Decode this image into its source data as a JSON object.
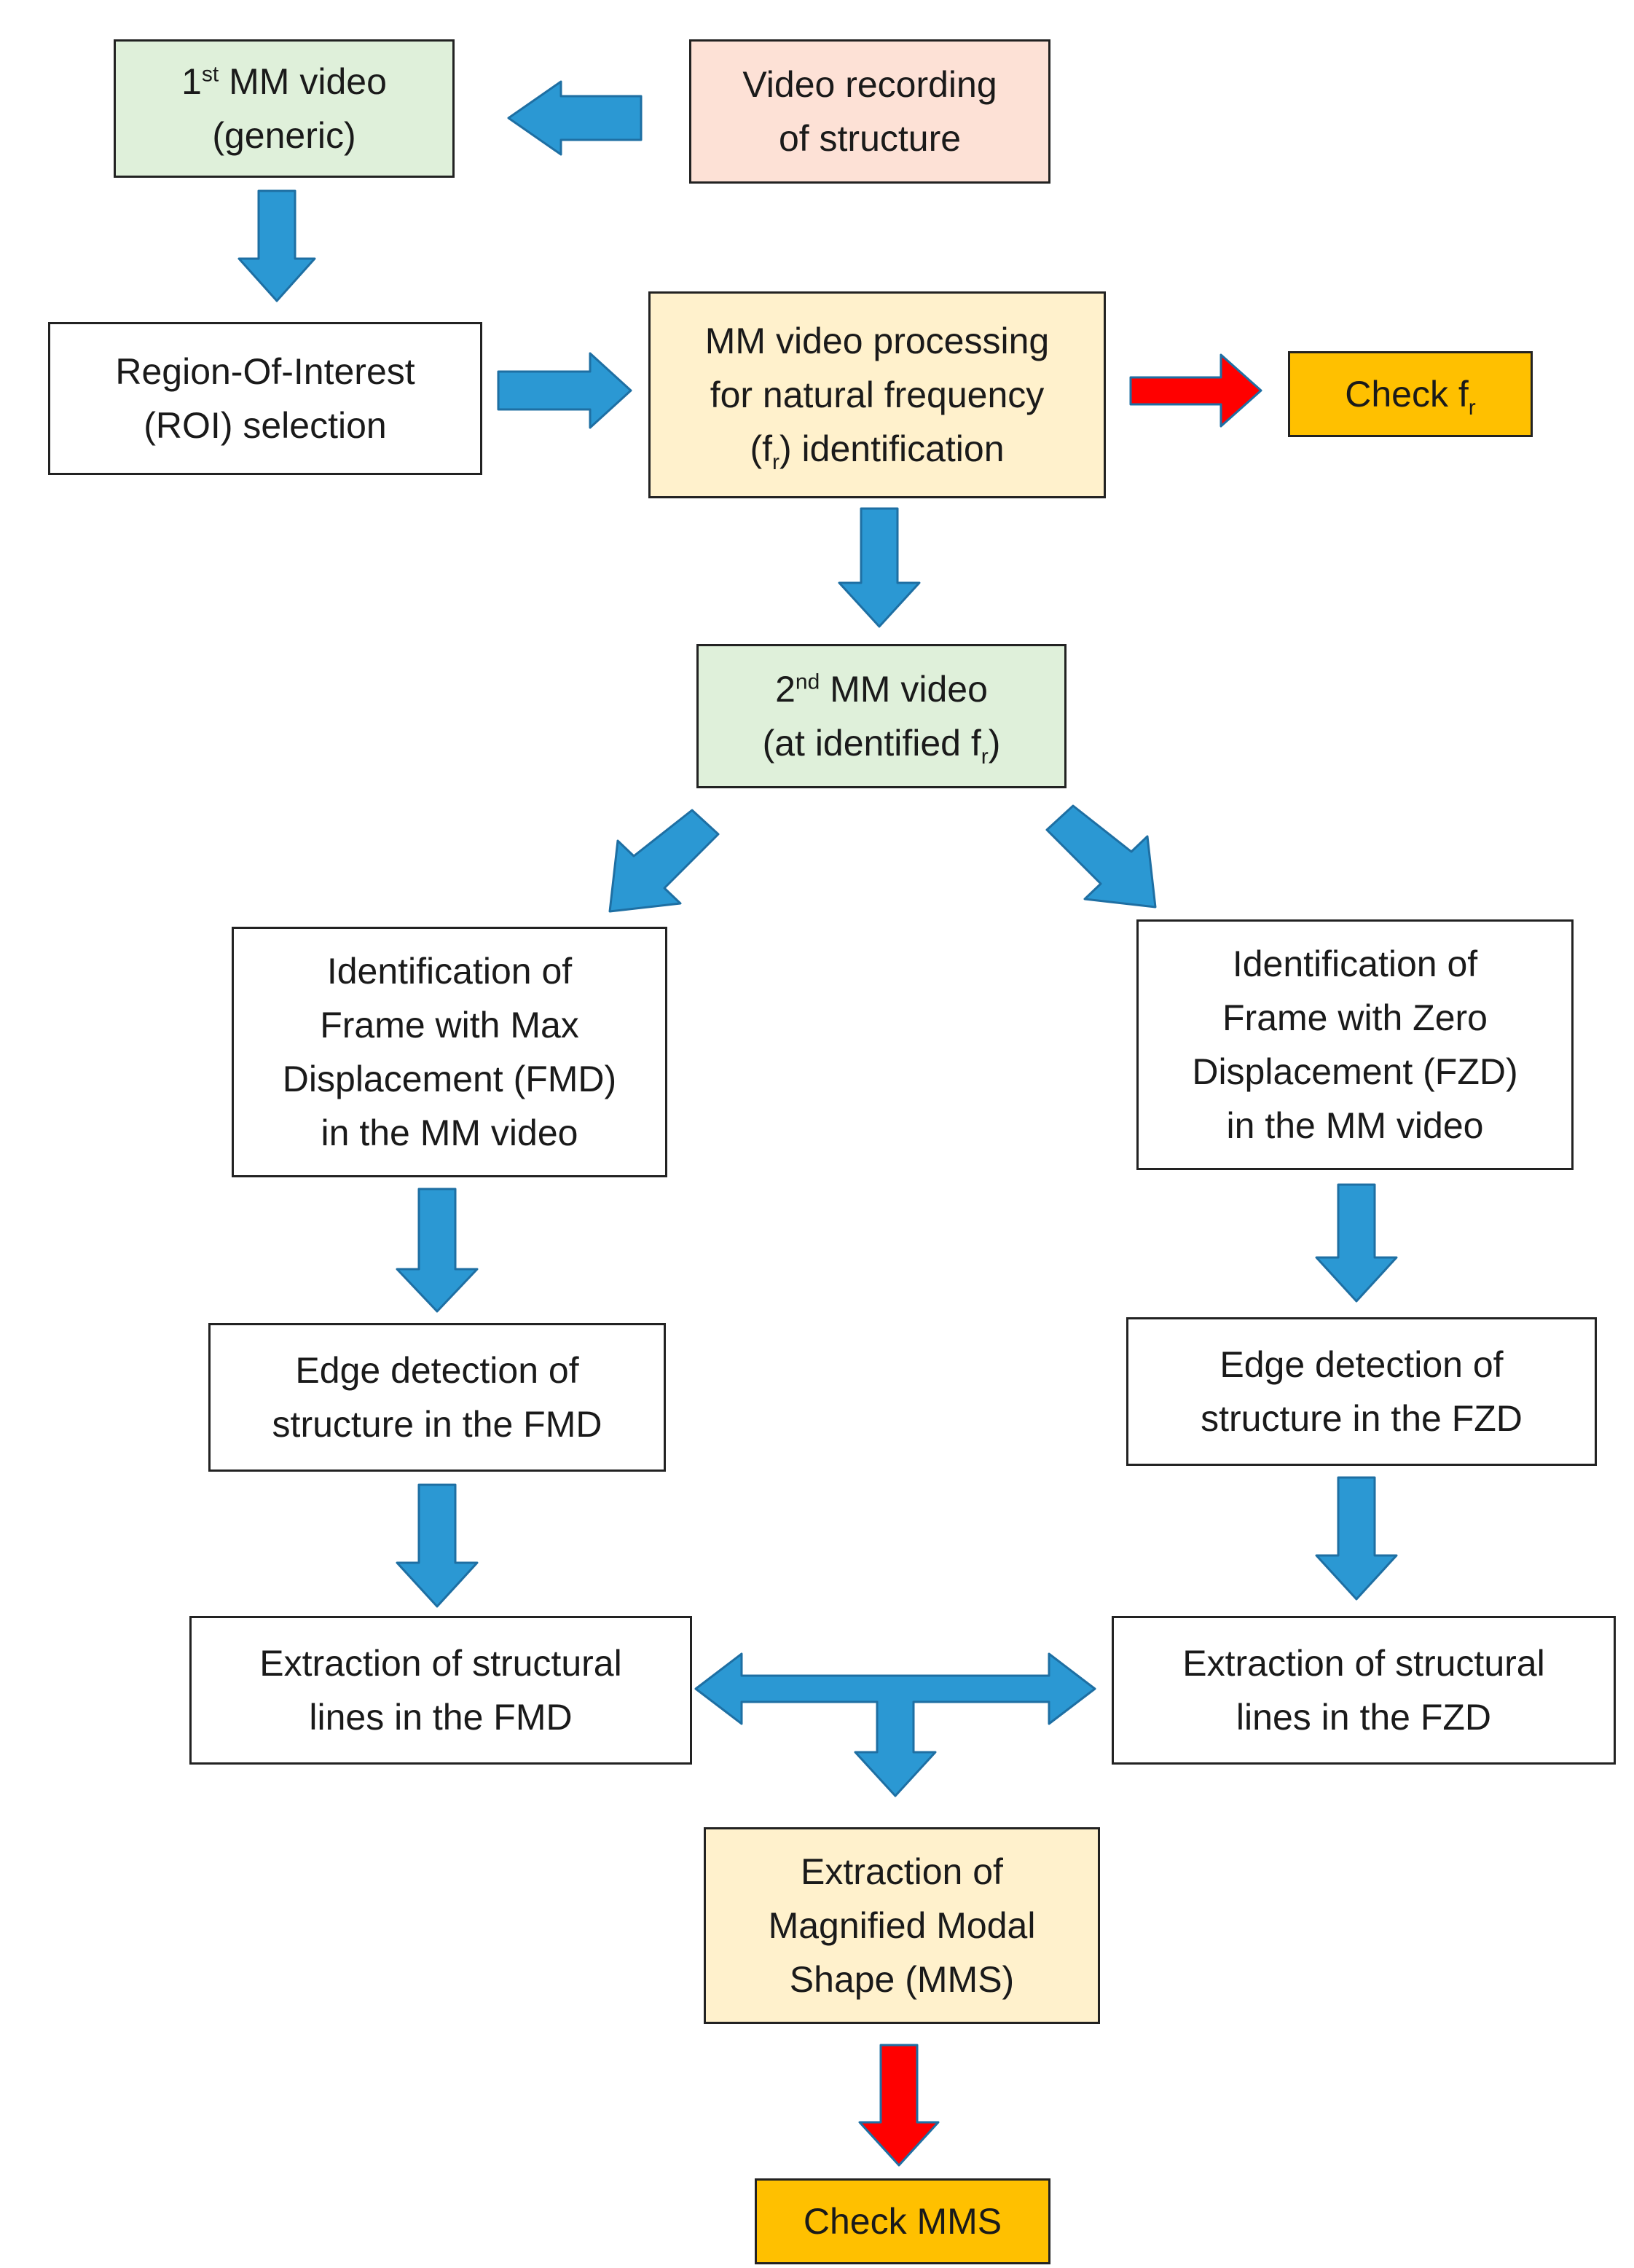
{
  "colors": {
    "arrow_blue": "#2b98d3",
    "arrow_blue_stroke": "#1e6fa3",
    "arrow_red": "#ff0000",
    "arrow_red_stroke": "#1e6fa3",
    "box_border": "#222222",
    "green_fill": "#dff0da",
    "pink_fill": "#fde1d6",
    "yellow_fill": "#fff1cc",
    "orange_fill": "#ffc000"
  },
  "nodes": {
    "mm1": {
      "pre": "1",
      "sup": "st",
      "post": " MM video",
      "line2": "(generic)"
    },
    "recording": {
      "line1": "Video recording",
      "line2": "of structure"
    },
    "roi": {
      "line1": "Region-Of-Interest",
      "line2": "(ROI) selection"
    },
    "processing": {
      "line1": "MM video processing",
      "line2": "for natural frequency",
      "line3_pre": "(f",
      "line3_sub": "r",
      "line3_post": ") identification"
    },
    "check_fr": {
      "pre": "Check f",
      "sub": "r"
    },
    "mm2": {
      "pre": "2",
      "sup": "nd",
      "post": " MM video",
      "line2_pre": "(at identified f",
      "line2_sub": "r",
      "line2_post": ")"
    },
    "fmd_ident": {
      "line1": "Identification of",
      "line2": "Frame with Max",
      "line3": "Displacement (FMD)",
      "line4": "in the MM video"
    },
    "fzd_ident": {
      "line1": "Identification of",
      "line2": "Frame with Zero",
      "line3": "Displacement (FZD)",
      "line4": "in the MM video"
    },
    "fmd_edge": {
      "line1": "Edge detection of",
      "line2": "structure in the FMD"
    },
    "fzd_edge": {
      "line1": "Edge detection of",
      "line2": "structure in the FZD"
    },
    "fmd_lines": {
      "line1": "Extraction of structural",
      "line2": "lines in the FMD"
    },
    "fzd_lines": {
      "line1": "Extraction of structural",
      "line2": "lines in the FZD"
    },
    "mms": {
      "line1": "Extraction of",
      "line2": "Magnified Modal",
      "line3": "Shape (MMS)"
    },
    "check_mms": {
      "line1": "Check MMS"
    }
  },
  "icons": {
    "arrow_blue": "block-arrow-icon",
    "arrow_red": "block-arrow-icon",
    "arrow_double": "double-headed-tee-arrow-icon"
  }
}
